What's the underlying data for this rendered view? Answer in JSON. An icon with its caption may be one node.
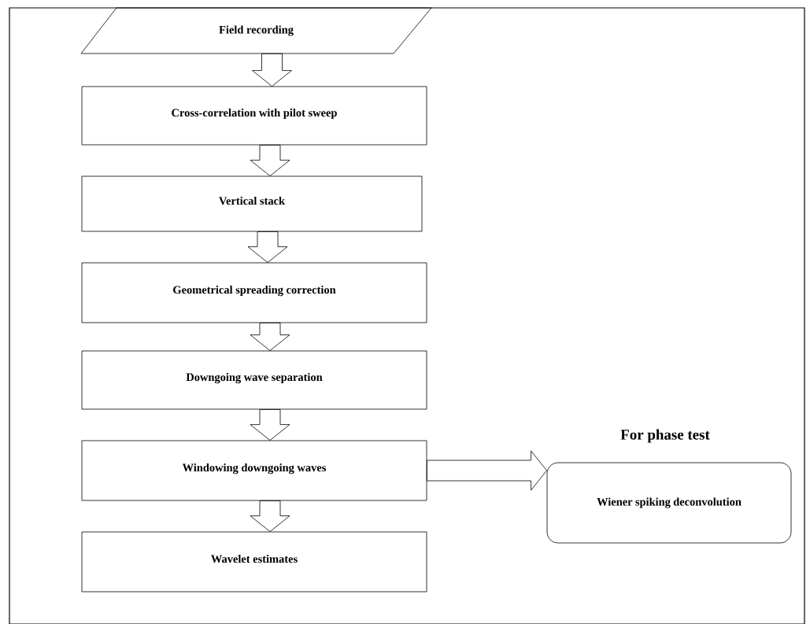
{
  "diagram": {
    "nodes": [
      {
        "text": [
          "Field recording"
        ]
      },
      {
        "text": [
          "Cross-correlation with pilot sweep"
        ]
      },
      {
        "text": [
          "Vertical stack"
        ]
      },
      {
        "text": [
          "Geometrical spreading correction"
        ]
      },
      {
        "text": [
          "Downgoing wave separation"
        ]
      },
      {
        "text": [
          "Windowing downgoing waves"
        ]
      },
      {
        "text": [
          "Wavelet estimates"
        ]
      },
      {
        "text": [
          "Wiener spiking deconvolution"
        ]
      }
    ],
    "edges": [
      {
        "from": 0,
        "to": 1,
        "arrow": "to"
      },
      {
        "from": 1,
        "to": 2,
        "arrow": "to"
      },
      {
        "from": 2,
        "to": 3,
        "arrow": "to"
      },
      {
        "from": 3,
        "to": 4,
        "arrow": "to"
      },
      {
        "from": 4,
        "to": 5,
        "arrow": "to"
      },
      {
        "from": 5,
        "to": 6,
        "arrow": "to"
      },
      {
        "from": 5,
        "to": 7,
        "arrow": "to"
      }
    ],
    "labels": [
      "For phase test"
    ]
  }
}
